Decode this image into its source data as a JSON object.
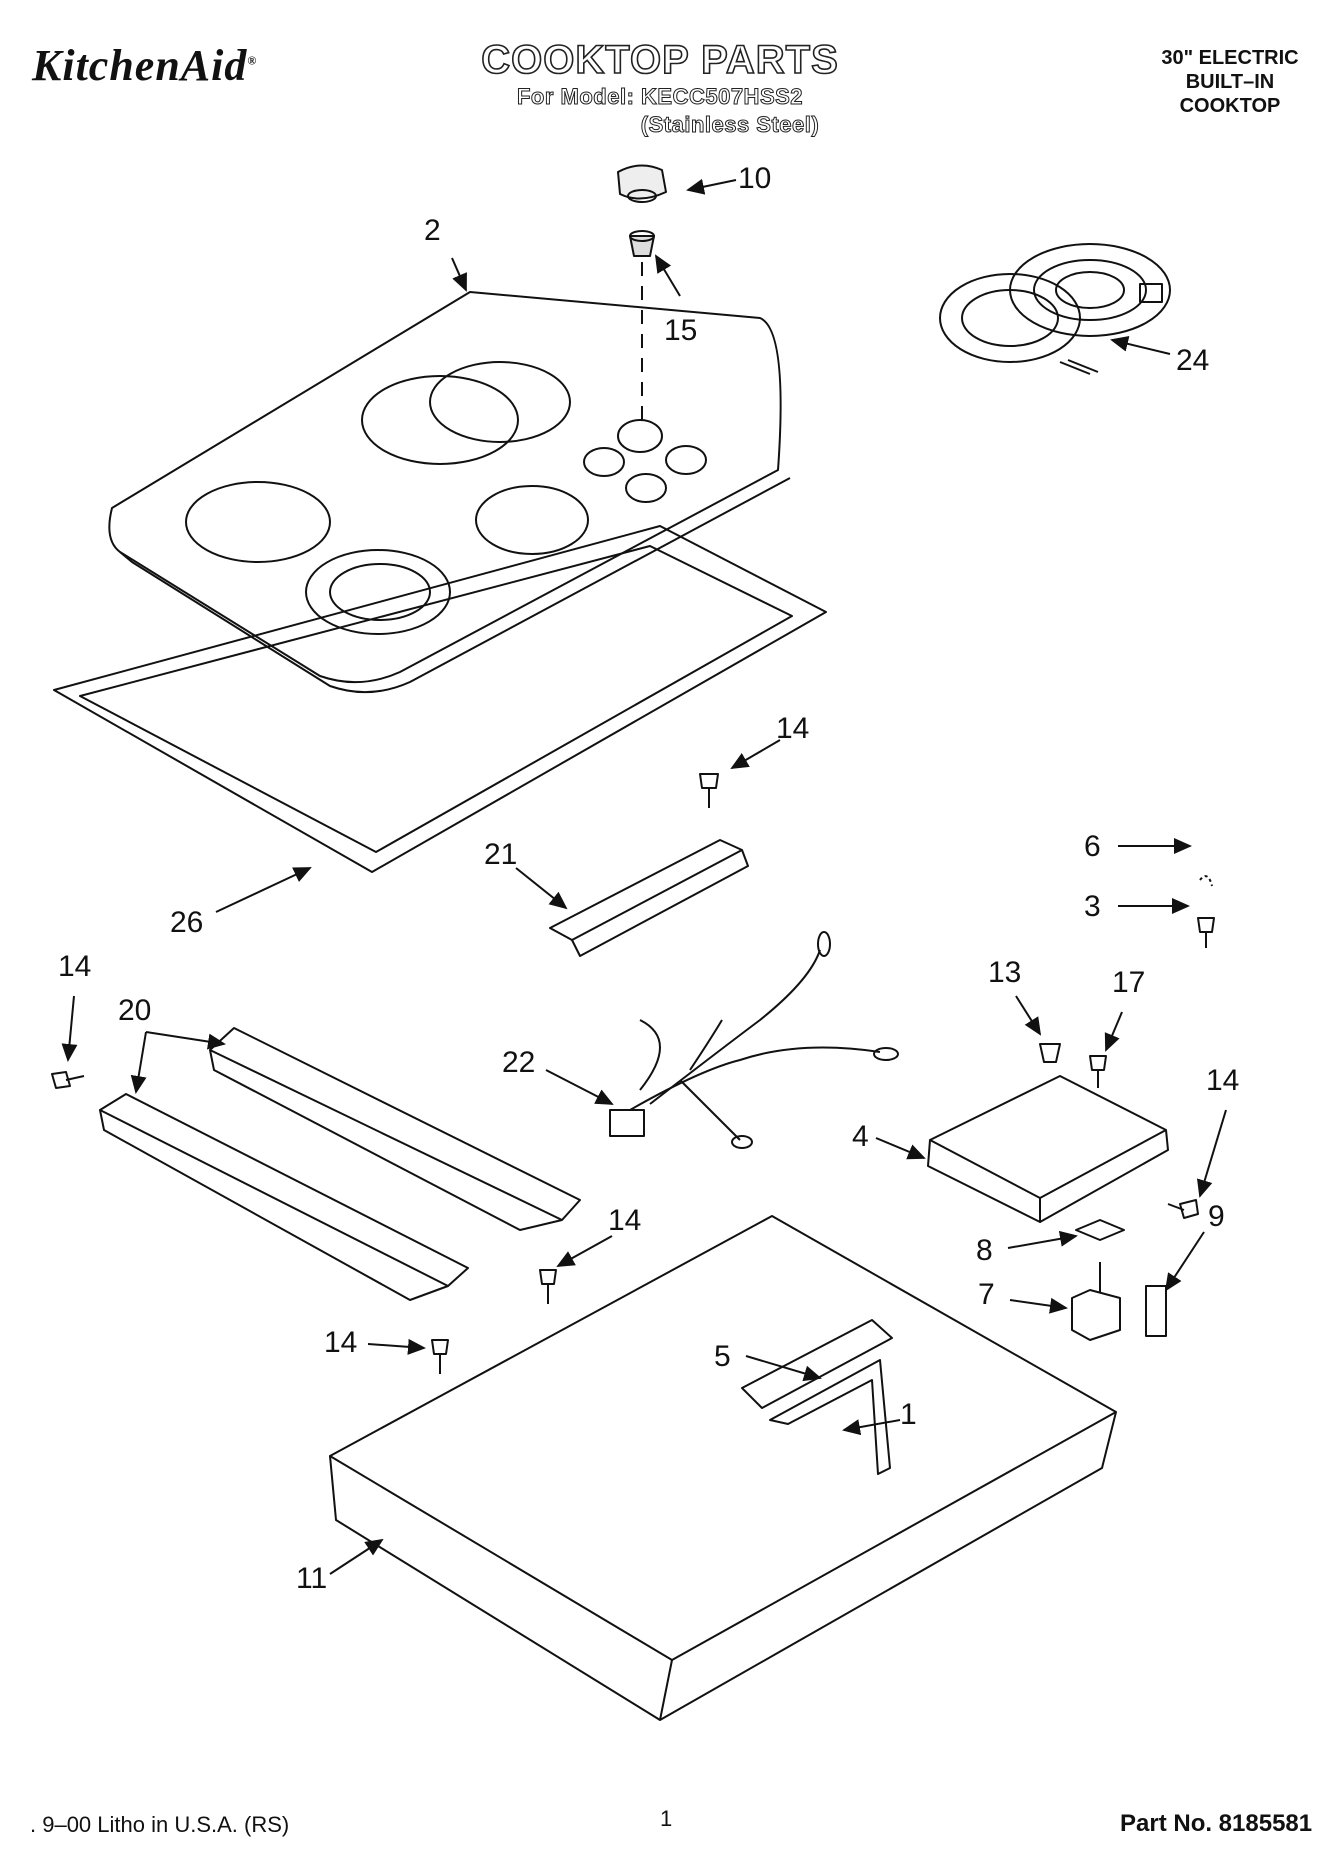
{
  "header": {
    "brand": "KitchenAid",
    "brand_mark": "®",
    "title": "COOKTOP PARTS",
    "model_line": "For Model: KECC507HSS2",
    "finish_line": "(Stainless Steel)",
    "product_lines": [
      "30\" ELECTRIC",
      "BUILT–IN",
      "COOKTOP"
    ]
  },
  "callouts": [
    "10",
    "2",
    "15",
    "24",
    "14",
    "6",
    "21",
    "3",
    "26",
    "14",
    "20",
    "13",
    "17",
    "22",
    "14",
    "4",
    "14",
    "9",
    "8",
    "7",
    "14",
    "5",
    "1",
    "11"
  ],
  "footer": {
    "litho": ". 9–00 Litho in U.S.A. (RS)",
    "page_number": "1",
    "part_number": "Part No. 8185581"
  }
}
